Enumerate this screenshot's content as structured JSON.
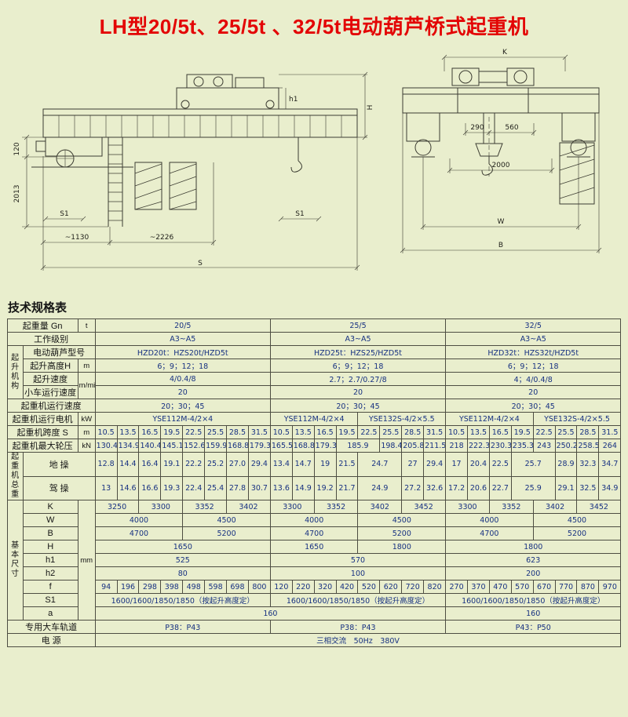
{
  "page": {
    "title": "LH型20/5t、25/5t 、32/5t电动葫芦桥式起重机",
    "table_heading": "技术规格表"
  },
  "drawings": {
    "side_view": {
      "dim_120": "120",
      "dim_2013": "2013",
      "dim_s1": "S1",
      "dim_1130": "~1130",
      "dim_2226": "~2226",
      "dim_s": "S",
      "dim_h": "H",
      "dim_h1": "h1"
    },
    "end_view": {
      "dim_k": "K",
      "dim_290": "290",
      "dim_560": "560",
      "dim_2000": "2000",
      "dim_w": "W",
      "dim_b": "B"
    }
  },
  "table": {
    "rows": [
      [
        {
          "t": "起重量 Gn",
          "c": 2,
          "k": "l"
        },
        {
          "t": "t",
          "k": "u"
        },
        {
          "t": "20/5",
          "c": 8
        },
        {
          "t": "25/5",
          "c": 8
        },
        {
          "t": "32/5",
          "c": 8
        }
      ],
      [
        {
          "t": "工作级别",
          "c": 3,
          "k": "l"
        },
        {
          "t": "A3~A5",
          "c": 8
        },
        {
          "t": "A3~A5",
          "c": 8
        },
        {
          "t": "A3~A5",
          "c": 8
        }
      ],
      [
        {
          "t": "起升机构",
          "r": 4,
          "k": "g"
        },
        {
          "t": "电动葫芦型号",
          "c": 2,
          "k": "l"
        },
        {
          "t": "HZD20t：HZS20t/HZD5t",
          "c": 8
        },
        {
          "t": "HZD25t：HZS25/HZD5t",
          "c": 8
        },
        {
          "t": "HZD32t：HZS32t/HZD5t",
          "c": 8
        }
      ],
      [
        {
          "t": "起升高度H",
          "k": "l"
        },
        {
          "t": "m",
          "k": "u"
        },
        {
          "t": "6；9；12；18",
          "c": 8
        },
        {
          "t": "6；9；12；18",
          "c": 8
        },
        {
          "t": "6；9；12；18",
          "c": 8
        }
      ],
      [
        {
          "t": "起升速度",
          "k": "l"
        },
        {
          "t": "m/min",
          "r": 2,
          "k": "u"
        },
        {
          "t": "4/0.4/8",
          "c": 8
        },
        {
          "t": "2.7；2.7/0.27/8",
          "c": 8
        },
        {
          "t": "4；4/0.4/8",
          "c": 8
        }
      ],
      [
        {
          "t": "小车运行速度",
          "k": "l"
        },
        {
          "t": "20",
          "c": 8
        },
        {
          "t": "20",
          "c": 8
        },
        {
          "t": "20",
          "c": 8
        }
      ],
      [
        {
          "t": "起重机运行速度",
          "c": 3,
          "k": "l"
        },
        {
          "t": "20；30；45",
          "c": 8
        },
        {
          "t": "20；30；45",
          "c": 8
        },
        {
          "t": "20；30；45",
          "c": 8
        }
      ],
      [
        {
          "t": "起重机运行电机",
          "c": 2,
          "k": "l"
        },
        {
          "t": "kW",
          "k": "u"
        },
        {
          "t": "YSE112M-4/2×4",
          "c": 8
        },
        {
          "t": "YSE112M-4/2×4",
          "c": 4
        },
        {
          "t": "YSE132S-4/2×5.5",
          "c": 4
        },
        {
          "t": "YSE112M-4/2×4",
          "c": 4
        },
        {
          "t": "YSE132S-4/2×5.5",
          "c": 4
        }
      ],
      [
        {
          "t": "起重机跨度 S",
          "c": 2,
          "k": "l"
        },
        {
          "t": "m",
          "k": "u"
        },
        "10.5",
        "13.5",
        "16.5",
        "19.5",
        "22.5",
        "25.5",
        "28.5",
        "31.5",
        "10.5",
        "13.5",
        "16.5",
        "19.5",
        "22.5",
        "25.5",
        "28.5",
        "31.5",
        "10.5",
        "13.5",
        "16.5",
        "19.5",
        "22.5",
        "25.5",
        "28.5",
        "31.5"
      ],
      [
        {
          "t": "起重机最大轮压",
          "c": 2,
          "k": "l"
        },
        {
          "t": "kN",
          "k": "u"
        },
        "130.4",
        "134.9",
        "140.4",
        "145.1",
        "152.6",
        "159.9",
        "168.8",
        "179.3",
        "165.5",
        "168.8",
        "179.3",
        {
          "t": "185.9",
          "c": 2
        },
        "198.4",
        "205.8",
        "211.5",
        "218",
        "222.3",
        "230.3",
        "235.3",
        "243",
        "250.2",
        "258.5",
        "264"
      ],
      [
        {
          "t": "起重机总重",
          "r": 2,
          "k": "g"
        },
        {
          "t": "地 操",
          "c": 2,
          "k": "l"
        },
        "12.8",
        "14.4",
        "16.4",
        "19.1",
        "22.2",
        "25.2",
        "27.0",
        "29.4",
        "13.4",
        "14.7",
        "19",
        "21.5",
        {
          "t": "24.7",
          "c": 2
        },
        "27",
        "29.4",
        "17",
        "20.4",
        "22.5",
        {
          "t": "25.7",
          "c": 2
        },
        "28.9",
        "32.3",
        "34.7"
      ],
      [
        {
          "t": "驾 操",
          "c": 2,
          "k": "l"
        },
        "13",
        "14.6",
        "16.6",
        "19.3",
        "22.4",
        "25.4",
        "27.8",
        "30.7",
        "13.6",
        "14.9",
        "19.2",
        "21.7",
        {
          "t": "24.9",
          "c": 2
        },
        "27.2",
        "32.6",
        "17.2",
        "20.6",
        "22.7",
        {
          "t": "25.9",
          "c": 2
        },
        "29.1",
        "32.5",
        "34.9"
      ],
      [
        {
          "t": "基本尺寸",
          "r": 9,
          "k": "g"
        },
        {
          "t": "K",
          "k": "l"
        },
        {
          "t": "mm",
          "r": 9,
          "k": "u"
        },
        {
          "t": "3250",
          "c": 2
        },
        {
          "t": "3300",
          "c": 2
        },
        {
          "t": "3352",
          "c": 2
        },
        {
          "t": "3402",
          "c": 2
        },
        {
          "t": "3300",
          "c": 2
        },
        {
          "t": "3352",
          "c": 2
        },
        {
          "t": "3402",
          "c": 2
        },
        {
          "t": "3452",
          "c": 2
        },
        {
          "t": "3300",
          "c": 2
        },
        {
          "t": "3352",
          "c": 2
        },
        {
          "t": "3402",
          "c": 2
        },
        {
          "t": "3452",
          "c": 2
        }
      ],
      [
        {
          "t": "W",
          "k": "l"
        },
        {
          "t": "4000",
          "c": 4
        },
        {
          "t": "4500",
          "c": 4
        },
        {
          "t": "4000",
          "c": 4
        },
        {
          "t": "4500",
          "c": 4
        },
        {
          "t": "4000",
          "c": 4
        },
        {
          "t": "4500",
          "c": 4
        }
      ],
      [
        {
          "t": "B",
          "k": "l"
        },
        {
          "t": "4700",
          "c": 4
        },
        {
          "t": "5200",
          "c": 4
        },
        {
          "t": "4700",
          "c": 4
        },
        {
          "t": "5200",
          "c": 4
        },
        {
          "t": "4700",
          "c": 4
        },
        {
          "t": "5200",
          "c": 4
        }
      ],
      [
        {
          "t": "H",
          "k": "l"
        },
        {
          "t": "1650",
          "c": 8
        },
        {
          "t": "1650",
          "c": 4
        },
        {
          "t": "1800",
          "c": 4
        },
        {
          "t": "1800",
          "c": 8
        }
      ],
      [
        {
          "t": "h1",
          "k": "l"
        },
        {
          "t": "525",
          "c": 8
        },
        {
          "t": "570",
          "c": 8
        },
        {
          "t": "623",
          "c": 8
        }
      ],
      [
        {
          "t": "h2",
          "k": "l"
        },
        {
          "t": "80",
          "c": 8
        },
        {
          "t": "100",
          "c": 8
        },
        {
          "t": "200",
          "c": 8
        }
      ],
      [
        {
          "t": "f",
          "k": "l"
        },
        "94",
        "196",
        "298",
        "398",
        "498",
        "598",
        "698",
        "800",
        "120",
        "220",
        "320",
        "420",
        "520",
        "620",
        "720",
        "820",
        "270",
        "370",
        "470",
        "570",
        "670",
        "770",
        "870",
        "970"
      ],
      [
        {
          "t": "S1",
          "k": "l"
        },
        {
          "t": "1600/1600/1850/1850（按起升高度定）",
          "c": 8
        },
        {
          "t": "1600/1600/1850/1850（按起升高度定）",
          "c": 8
        },
        {
          "t": "1600/1600/1850/1850（按起升高度定）",
          "c": 8
        }
      ],
      [
        {
          "t": "a",
          "k": "l"
        },
        {
          "t": "160",
          "c": 16
        },
        {
          "t": "160",
          "c": 8
        }
      ],
      [
        {
          "t": "专用大车轨道",
          "c": 3,
          "k": "l"
        },
        {
          "t": "P38：P43",
          "c": 8
        },
        {
          "t": "P38：P43",
          "c": 8
        },
        {
          "t": "P43：P50",
          "c": 8
        }
      ],
      [
        {
          "t": "电 源",
          "c": 3,
          "k": "l"
        },
        {
          "t": "三相交流　50Hz　380V",
          "c": 24
        }
      ]
    ]
  }
}
